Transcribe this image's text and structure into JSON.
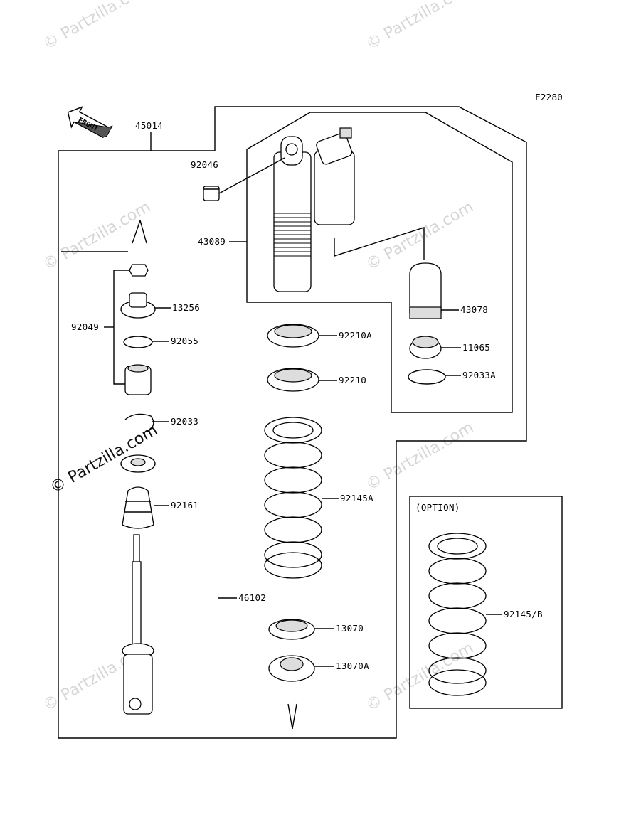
{
  "diagram": {
    "figure_code": "F2280",
    "front_arrow_label": "FRONT",
    "option_label": "(OPTION)",
    "watermark": "© Partzilla.com",
    "parts": {
      "p45014": "45014",
      "p92046": "92046",
      "p43089": "43089",
      "p43078": "43078",
      "p13256": "13256",
      "p92049": "92049",
      "p92055": "92055",
      "p92210A": "92210A",
      "p11065": "11065",
      "p92210": "92210",
      "p92033A": "92033A",
      "p92033": "92033",
      "p92161": "92161",
      "p92145A": "92145A",
      "p92145B": "92145/B",
      "p46102": "46102",
      "p13070": "13070",
      "p13070A": "13070A"
    }
  }
}
